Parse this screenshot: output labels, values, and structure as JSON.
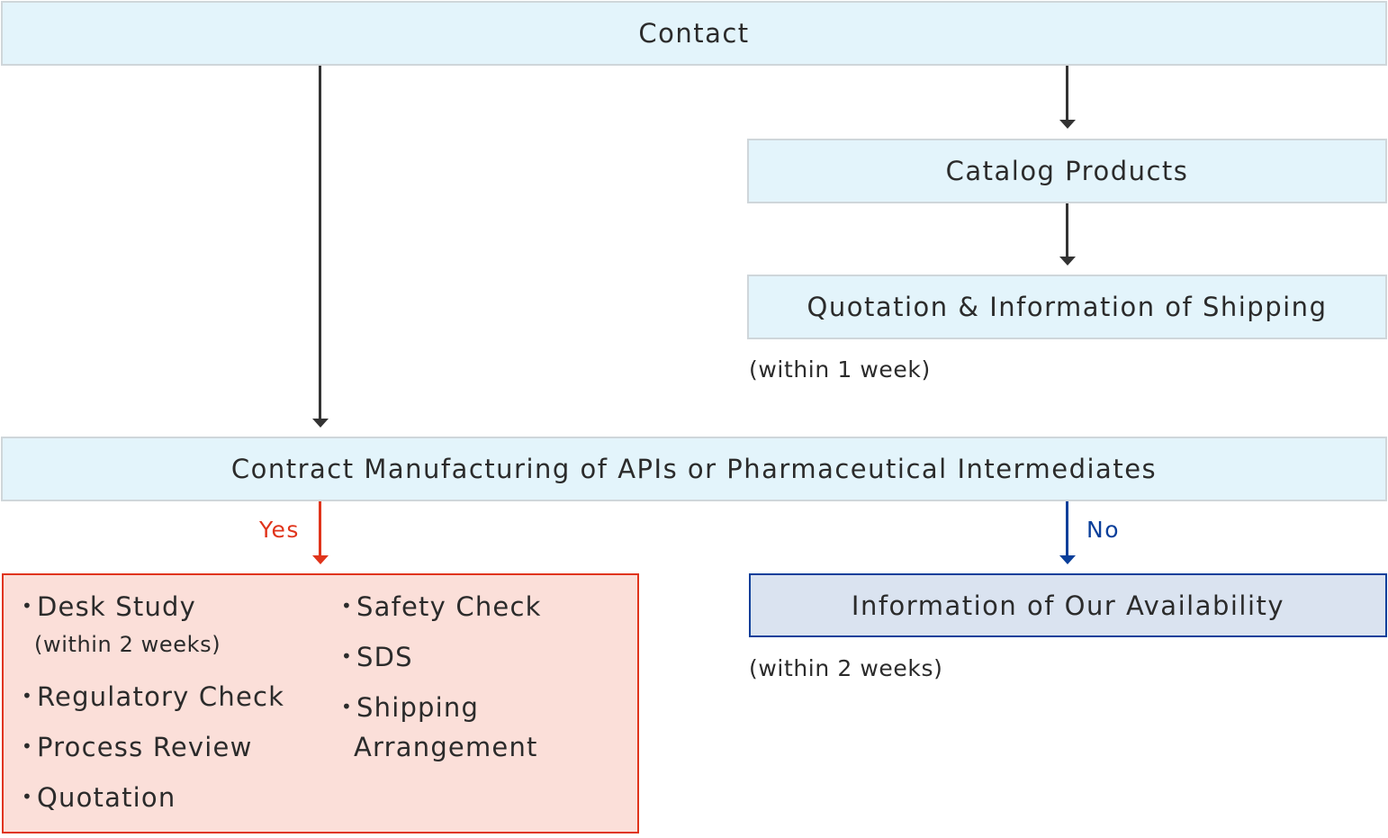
{
  "nodes": {
    "contact": "Contact",
    "catalog": "Catalog Products",
    "quotation_shipping": "Quotation & Information of Shipping",
    "quotation_note": "(within 1 week)",
    "contract": "Contract Manufacturing of APIs or Pharmaceutical Intermediates",
    "availability": "Information of Our Availability",
    "availability_note": "(within 2 weeks)"
  },
  "branches": {
    "yes_label": "Yes",
    "no_label": "No"
  },
  "yes_items": {
    "bullet": "•",
    "desk_study": "Desk Study",
    "desk_study_note": "(within 2 weeks)",
    "regulatory_check": "Regulatory Check",
    "process_review": "Process Review",
    "quotation": "Quotation",
    "safety_check": "Safety Check",
    "sds": "SDS",
    "shipping_line1": "Shipping",
    "shipping_line2": "Arrangement"
  },
  "colors": {
    "box_fill": "#e3f4fb",
    "box_border": "#cfd6da",
    "arrow": "#333333",
    "yes": "#e0341b",
    "yes_fill": "#fbdfd9",
    "no": "#0a3f9a",
    "no_fill": "#dae3f0"
  }
}
